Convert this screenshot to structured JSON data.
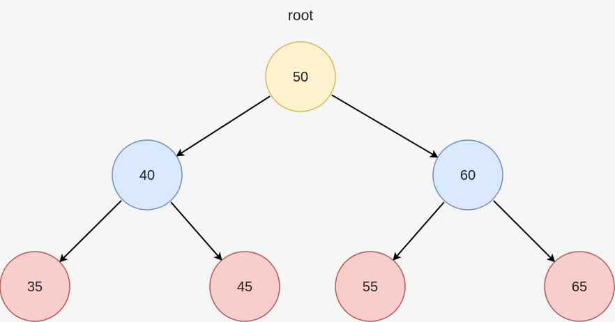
{
  "diagram": {
    "type": "binary-tree",
    "caption": "root",
    "colors": {
      "root_fill": "#fff2cc",
      "root_stroke": "#d6b656",
      "inner_fill": "#dae8fc",
      "inner_stroke": "#6c8ebf",
      "leaf_fill": "#f8cecc",
      "leaf_stroke": "#b85450",
      "edge": "#000000"
    },
    "nodes": [
      {
        "id": "n50",
        "label": "50",
        "role": "root"
      },
      {
        "id": "n40",
        "label": "40",
        "role": "inner"
      },
      {
        "id": "n60",
        "label": "60",
        "role": "inner"
      },
      {
        "id": "n35",
        "label": "35",
        "role": "leaf"
      },
      {
        "id": "n45",
        "label": "45",
        "role": "leaf"
      },
      {
        "id": "n55",
        "label": "55",
        "role": "leaf"
      },
      {
        "id": "n65",
        "label": "65",
        "role": "leaf"
      }
    ],
    "edges": [
      {
        "from": "n50",
        "to": "n40"
      },
      {
        "from": "n50",
        "to": "n60"
      },
      {
        "from": "n40",
        "to": "n35"
      },
      {
        "from": "n40",
        "to": "n45"
      },
      {
        "from": "n60",
        "to": "n55"
      },
      {
        "from": "n60",
        "to": "n65"
      }
    ]
  }
}
